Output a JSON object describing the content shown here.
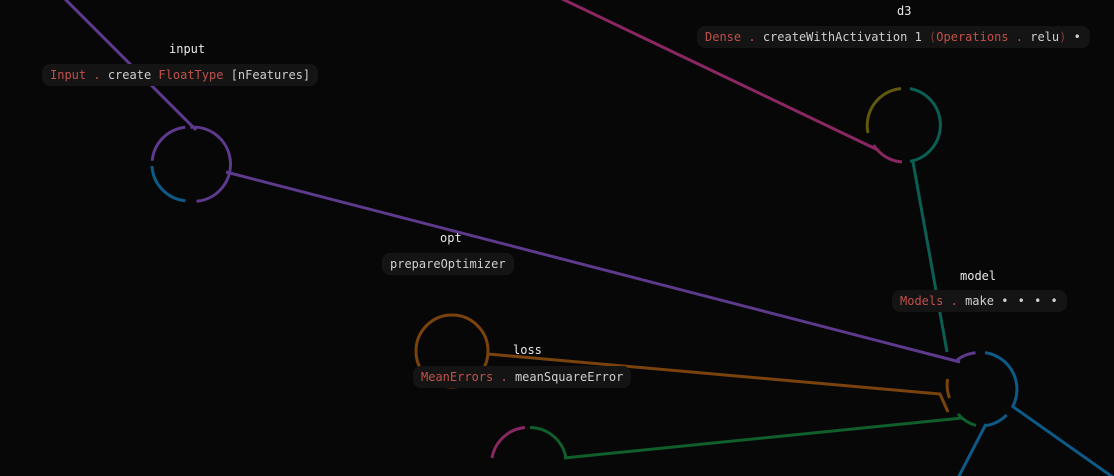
{
  "colors": {
    "background": "#070707",
    "purple": "#5d3a8c",
    "magenta": "#8a2763",
    "teal": "#0b5e53",
    "olive": "#5f5a10",
    "blue": "#0e5a86",
    "orange": "#7a430d",
    "green": "#0f5e2b",
    "type_red": "#c0514a"
  },
  "nodes": {
    "input": {
      "name": "input",
      "tokens": [
        "Input",
        ".",
        "create",
        "FloatType",
        "[nFeatures]"
      ]
    },
    "d3": {
      "name": "d3",
      "tokens": [
        "Dense",
        ".",
        "createWithActivation",
        "1",
        "(",
        "Operations",
        ".",
        "relu",
        ")",
        "•"
      ]
    },
    "opt": {
      "name": "opt",
      "tokens": [
        "prepareOptimizer"
      ]
    },
    "model": {
      "name": "model",
      "tokens": [
        "Models",
        ".",
        "make",
        "• • • •"
      ]
    },
    "loss": {
      "name": "loss",
      "tokens": [
        "MeanErrors",
        ".",
        "meanSquareError"
      ]
    }
  }
}
